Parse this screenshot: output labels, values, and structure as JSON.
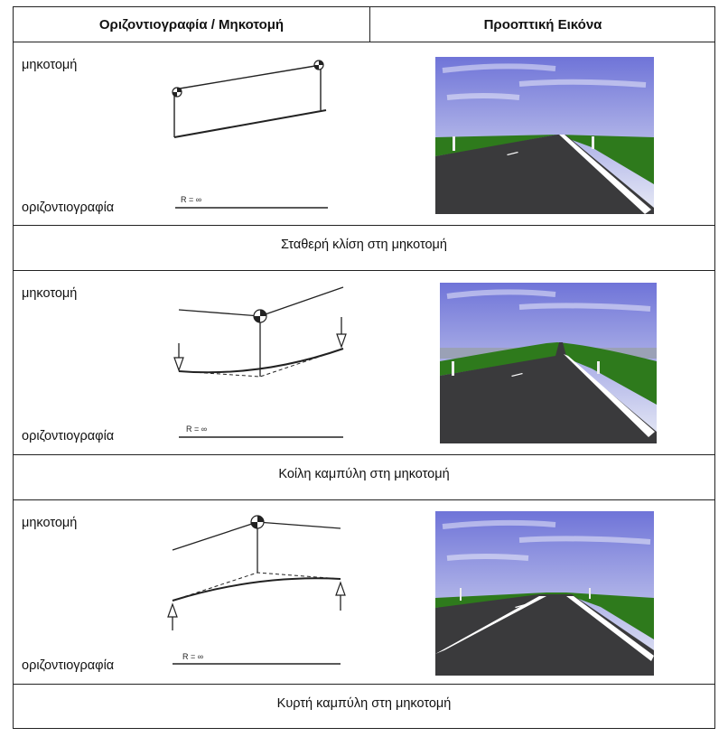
{
  "header": {
    "left_title": "Οριζοντιογραφία / Μηκοτομή",
    "right_title": "Προοπτική Εικόνα"
  },
  "rows": [
    {
      "label_profile": "μηκοτομή",
      "label_plan": "οριζοντιογραφία",
      "radius_text": "R = ∞",
      "caption": "Σταθερή κλίση στη μηκοτομή"
    },
    {
      "label_profile": "μηκοτομή",
      "label_plan": "οριζοντιογραφία",
      "radius_text": "R = ∞",
      "caption": "Κοίλη καμπύλη στη μηκοτομή"
    },
    {
      "label_profile": "μηκοτομή",
      "label_plan": "οριζοντιογραφία",
      "radius_text": "R = ∞",
      "caption": "Κυρτή καμπύλη στη μηκοτομή"
    }
  ],
  "colors": {
    "sky_top": "#6f74d8",
    "sky_bottom": "#e9ecf6",
    "grass": "#2e7a1c",
    "asphalt": "#3a3a3c",
    "marking": "#ffffff"
  }
}
